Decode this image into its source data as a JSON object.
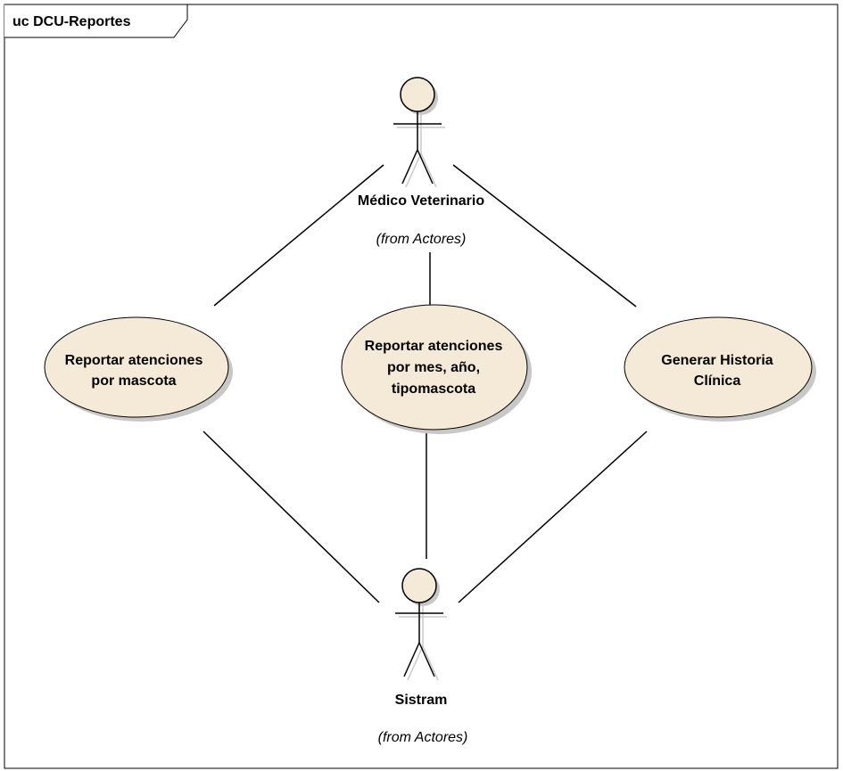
{
  "frame": {
    "title": "uc DCU-Reportes"
  },
  "actors": {
    "medico": {
      "name": "Médico Veterinario",
      "from": "(from Actores)"
    },
    "sistram": {
      "name": "Sistram",
      "from": "(from Actores)"
    }
  },
  "use_cases": {
    "uc1": {
      "line1": "Reportar atenciones",
      "line2": "por mascota"
    },
    "uc2": {
      "line1": "Reportar atenciones",
      "line2": "por mes, año,",
      "line3": "tipomascota"
    },
    "uc3": {
      "line1": "Generar Historia",
      "line2": "Clínica"
    }
  },
  "colors": {
    "usecase_fill": "#f5ead7",
    "actor_head_fill": "#f5ead7",
    "shadow": "#c8c8c8",
    "line": "#000000"
  }
}
